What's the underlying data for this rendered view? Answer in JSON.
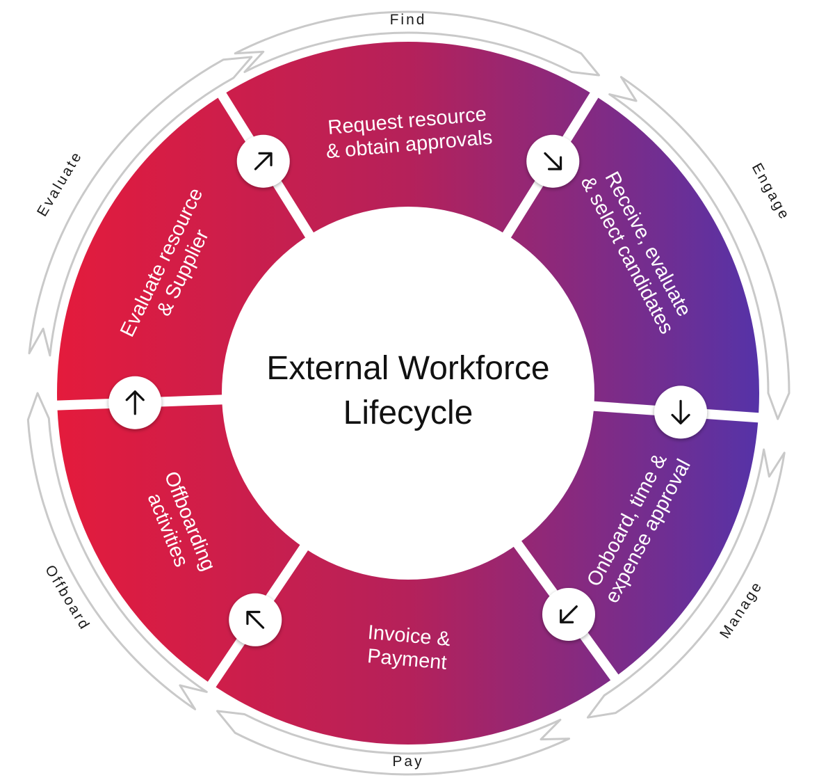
{
  "center": {
    "title_line1": "External Workforce",
    "title_line2": "Lifecycle"
  },
  "segments": [
    {
      "id": "request",
      "lines": [
        "Request resource",
        "& obtain approvals"
      ]
    },
    {
      "id": "receive",
      "lines": [
        "Receive, evaluate",
        "& select candidates"
      ]
    },
    {
      "id": "onboard",
      "lines": [
        "Onboard, time &",
        "expense approval"
      ]
    },
    {
      "id": "invoice",
      "lines": [
        "Invoice &",
        "Payment"
      ]
    },
    {
      "id": "offboarding",
      "lines": [
        "Offboarding",
        "activities"
      ]
    },
    {
      "id": "evaluate",
      "lines": [
        "Evaluate resource",
        "& Supplier"
      ]
    }
  ],
  "phases": [
    {
      "id": "find",
      "label": "Find"
    },
    {
      "id": "engage",
      "label": "Engage"
    },
    {
      "id": "manage",
      "label": "Manage"
    },
    {
      "id": "pay",
      "label": "Pay"
    },
    {
      "id": "offboard",
      "label": "Offboard"
    },
    {
      "id": "evaluate",
      "label": "Evaluate"
    }
  ],
  "colors": {
    "gradient_left": "#e41b3c",
    "gradient_mid": "#b5215a",
    "gradient_right": "#5533a8",
    "outer_arc_stroke": "#c9c9c9",
    "arrow_circle_fill": "#ffffff"
  },
  "icons": [
    "arrow-up-right-icon",
    "arrow-down-right-icon",
    "arrow-down-icon",
    "arrow-down-left-icon",
    "arrow-up-left-icon",
    "arrow-up-icon"
  ]
}
